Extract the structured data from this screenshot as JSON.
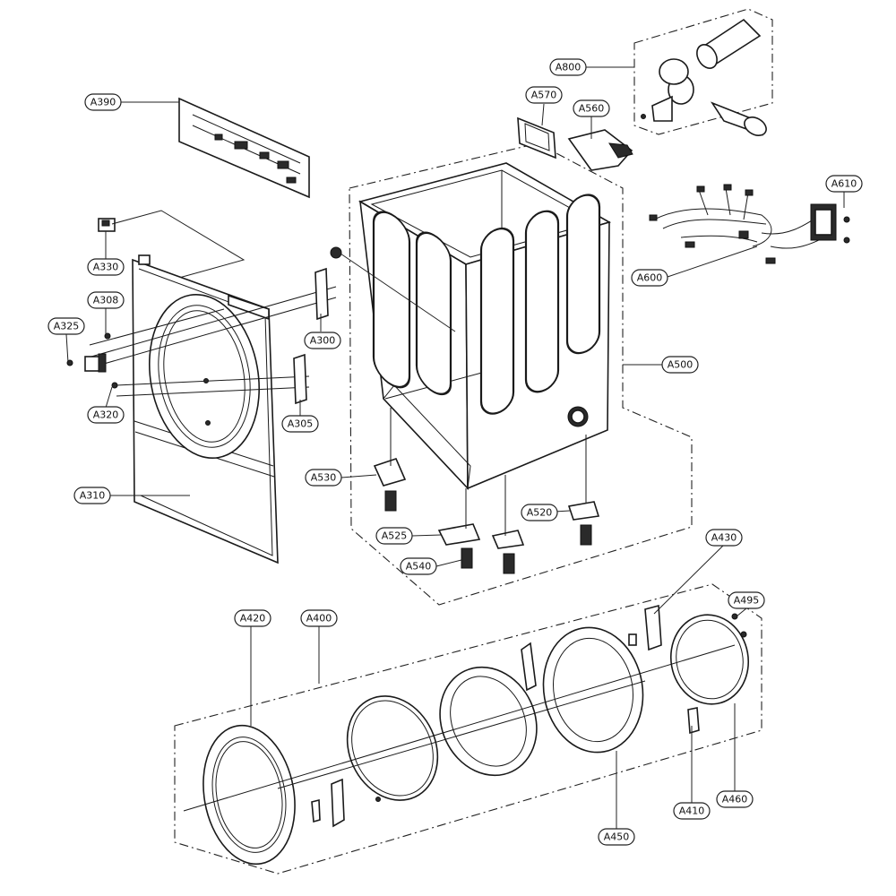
{
  "labels": [
    {
      "id": "a390",
      "text": "A390"
    },
    {
      "id": "a330",
      "text": "A330"
    },
    {
      "id": "a308",
      "text": "A308"
    },
    {
      "id": "a325",
      "text": "A325"
    },
    {
      "id": "a320",
      "text": "A320"
    },
    {
      "id": "a310",
      "text": "A310"
    },
    {
      "id": "a300",
      "text": "A300"
    },
    {
      "id": "a305",
      "text": "A305"
    },
    {
      "id": "a570",
      "text": "A570"
    },
    {
      "id": "a560",
      "text": "A560"
    },
    {
      "id": "a800",
      "text": "A800"
    },
    {
      "id": "a610",
      "text": "A610"
    },
    {
      "id": "a600",
      "text": "A600"
    },
    {
      "id": "a500",
      "text": "A500"
    },
    {
      "id": "a530",
      "text": "A530"
    },
    {
      "id": "a520",
      "text": "A520"
    },
    {
      "id": "a525",
      "text": "A525"
    },
    {
      "id": "a540",
      "text": "A540"
    },
    {
      "id": "a430",
      "text": "A430"
    },
    {
      "id": "a495",
      "text": "A495"
    },
    {
      "id": "a420",
      "text": "A420"
    },
    {
      "id": "a400",
      "text": "A400"
    },
    {
      "id": "a450",
      "text": "A450"
    },
    {
      "id": "a410",
      "text": "A410"
    },
    {
      "id": "a460",
      "text": "A460"
    }
  ]
}
